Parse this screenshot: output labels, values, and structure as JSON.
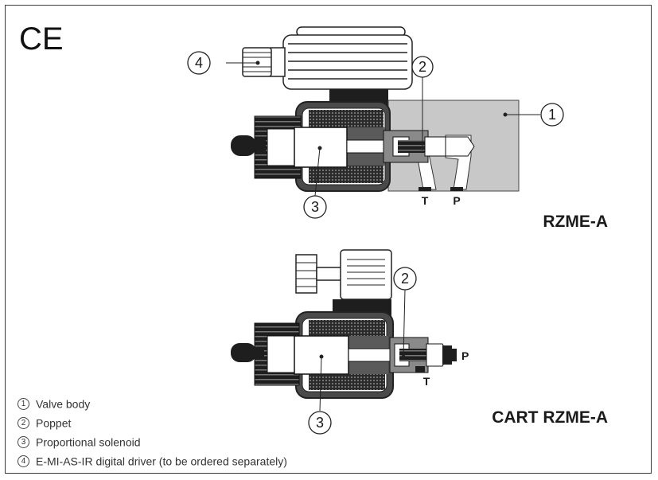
{
  "marks": {
    "ce": "CE"
  },
  "models": {
    "top": "RZME-A",
    "bottom": "CART RZME-A"
  },
  "ports": {
    "top_t": "T",
    "top_p": "P",
    "bottom_p": "P",
    "bottom_t": "T"
  },
  "callouts": {
    "c1": "1",
    "c2": "2",
    "c3": "3",
    "c4": "4"
  },
  "legend": [
    {
      "num": "1",
      "text": "Valve body"
    },
    {
      "num": "2",
      "text": "Poppet"
    },
    {
      "num": "3",
      "text": "Proportional solenoid"
    },
    {
      "num": "4",
      "text": "E-MI-AS-IR digital driver (to be ordered separately)"
    }
  ],
  "colors": {
    "body_gray": "#c8c8c8",
    "dark": "#1e1e1e",
    "mid": "#5a5a5a"
  }
}
